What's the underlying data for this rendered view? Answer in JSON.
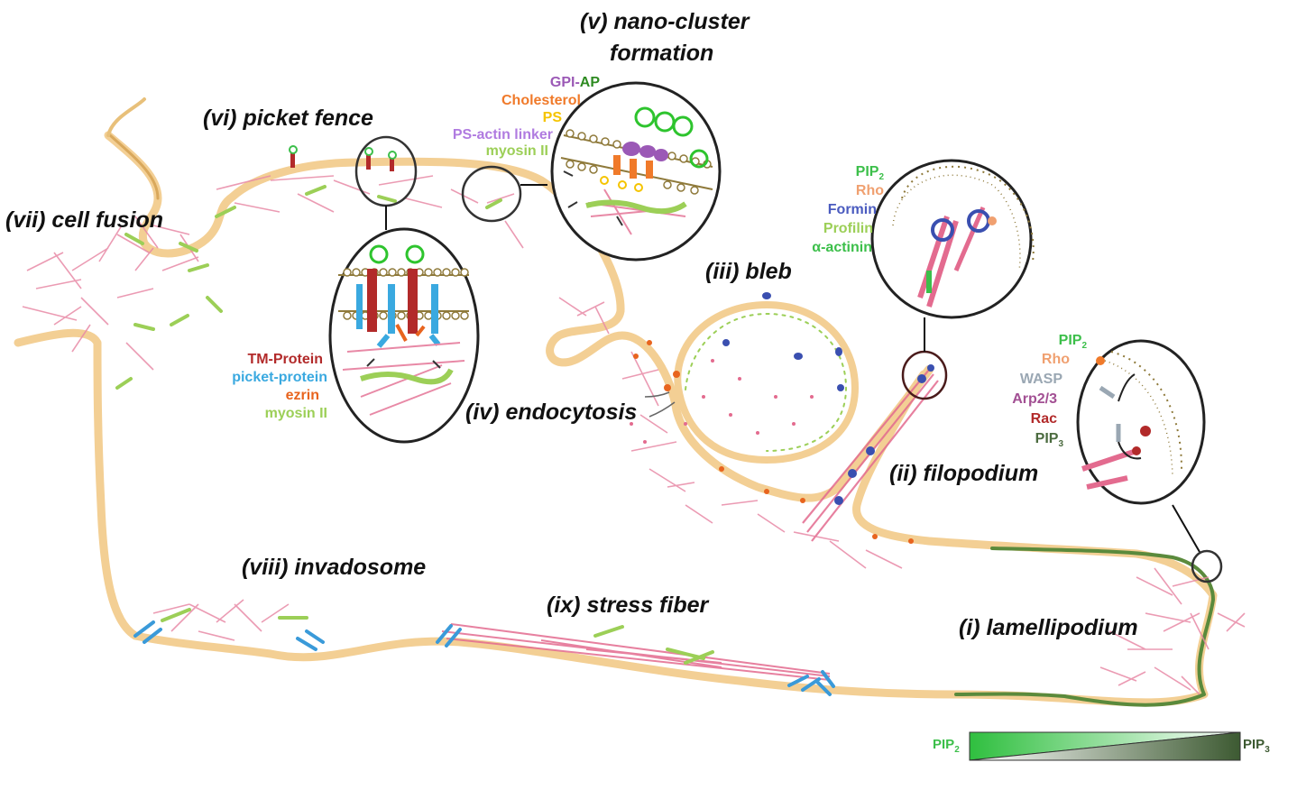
{
  "titles": {
    "cell_fusion": "(vii) cell fusion",
    "picket_fence": "(vi) picket fence",
    "nano_line1": "(v) nano-cluster",
    "nano_line2": "formation",
    "bleb": "(iii) bleb",
    "endocytosis": "(iv) endocytosis",
    "filopodium": "(ii) filopodium",
    "invadosome": "(viii) invadosome",
    "stress_fiber": "(ix) stress fiber",
    "lamellipodium": "(i) lamellipodium"
  },
  "legend_nano": {
    "gpi": "GPI-",
    "ap": "AP",
    "cholesterol": "Cholesterol",
    "ps": "PS",
    "ps_actin_linker": "PS-actin linker",
    "myosin": "myosin II"
  },
  "legend_picket": {
    "tm": "TM-Protein",
    "picket": "picket-protein",
    "ezrin": "ezrin",
    "myosin": "myosin II"
  },
  "legend_filopodium": {
    "pip2": "PIP",
    "pip2_sub": "2",
    "rho": "Rho",
    "formin": "Formin",
    "profilin": "Profilin",
    "actinin": "α-actinin"
  },
  "legend_lamellipodium": {
    "pip2": "PIP",
    "pip2_sub": "2",
    "rho": "Rho",
    "wasp": "WASP",
    "arp": "Arp2/3",
    "rac": "Rac",
    "pip3": "PIP",
    "pip3_sub": "3"
  },
  "gradient": {
    "left": "PIP",
    "left_sub": "2",
    "right": "PIP",
    "right_sub": "3"
  },
  "colors": {
    "membrane": "#f3cf94",
    "membrane_dark": "#d9a85c",
    "actin": "#e889a6",
    "myosin": "#9ccf57",
    "gpi": "#9b59b6",
    "ap": "#2e8b22",
    "cholesterol": "#f07a2a",
    "ps": "#f5c400",
    "ps_linker": "#b07be0",
    "tm": "#b22a2a",
    "picket": "#3aa9e0",
    "ezrin": "#e8641e",
    "pip2": "#3cbf4a",
    "rho": "#f0a070",
    "formin": "#4a5bbf",
    "profilin": "#9ccf57",
    "actinin": "#3cbf4a",
    "wasp": "#9aa7b3",
    "arp": "#a24f93",
    "rac": "#b22a2a",
    "pip3": "#4b6b3f"
  }
}
